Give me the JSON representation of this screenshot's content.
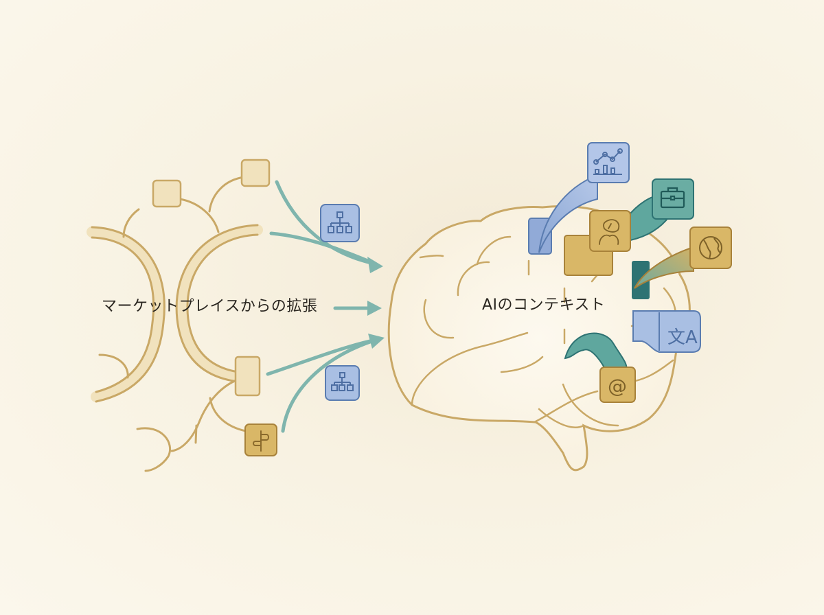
{
  "labels": {
    "source": "マーケットプレイスからの拡張",
    "target": "AIのコンテキスト"
  },
  "colors": {
    "background": "#fbf7ec",
    "gold_line": "#c9a866",
    "gold_tile": "#d9b767",
    "gold_tile_border": "#a8823a",
    "cream_tile": "#f1e2bd",
    "blue_tile": "#a9bfe3",
    "blue_border": "#5a7cb0",
    "teal": "#5fa79e",
    "teal_dark": "#2e7373",
    "arrow_teal": "#7fb5ad",
    "text": "#2a2620"
  },
  "left_network": {
    "nodes": [
      {
        "id": "cream-node-1",
        "kind": "empty"
      },
      {
        "id": "cream-node-2",
        "kind": "empty"
      },
      {
        "id": "cream-node-3",
        "kind": "empty"
      },
      {
        "id": "signpost-node",
        "icon": "signpost-icon"
      }
    ],
    "floating_tiles": [
      {
        "id": "hierarchy-tile-top",
        "icon": "hierarchy-icon"
      },
      {
        "id": "hierarchy-tile-bottom",
        "icon": "hierarchy-icon"
      }
    ],
    "arrows": 3
  },
  "brain": {
    "tiles": [
      {
        "id": "chart-tile",
        "icon": "line-bar-chart-icon",
        "color": "blue"
      },
      {
        "id": "briefcase-tile",
        "icon": "briefcase-icon",
        "color": "teal"
      },
      {
        "id": "person-leaf-tile",
        "icon": "person-leaf-icon",
        "color": "gold"
      },
      {
        "id": "globe-tile",
        "icon": "globe-icon",
        "color": "gold"
      },
      {
        "id": "translate-tile",
        "icon": "translate-icon",
        "color": "blue"
      },
      {
        "id": "at-tile",
        "icon": "at-sign-icon",
        "color": "gold"
      }
    ],
    "icon_glyphs": {
      "translate": "文A",
      "at": "@"
    }
  }
}
